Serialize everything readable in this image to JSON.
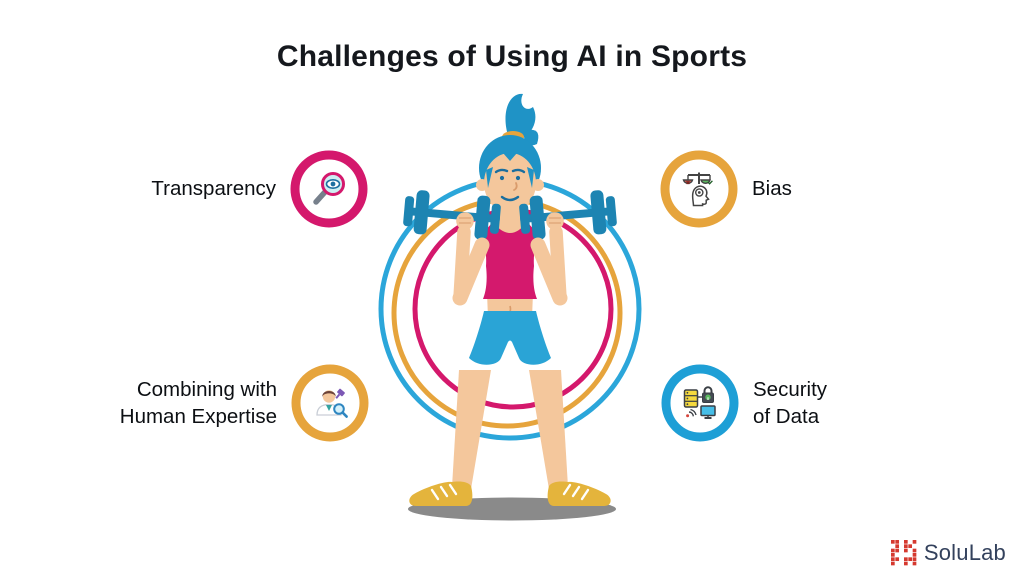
{
  "title": "Challenges of Using AI in Sports",
  "items": [
    {
      "label": "Transparency",
      "icon": "magnifier-eye-icon",
      "ring_color": "#D4186C",
      "position": "top-left"
    },
    {
      "label": "Bias",
      "icon": "bias-scales-icon",
      "ring_color": "#E6A43C",
      "position": "top-right"
    },
    {
      "label": "Combining with Human Expertise",
      "icon": "human-expertise-icon",
      "ring_color": "#E6A43C",
      "position": "bottom-left"
    },
    {
      "label": "Security of Data",
      "icon": "data-security-icon",
      "ring_color": "#1E9FD6",
      "position": "bottom-right"
    }
  ],
  "illustration": {
    "description": "Woman with blue ponytail lifting two blue dumbbells, wearing magenta tank top, blue shorts and yellow sneakers, in front of three concentric rings (blue, gold, magenta) with a gray ground shadow",
    "colors": {
      "ring_blue": "#2BA6DA",
      "ring_gold": "#E6A43C",
      "ring_magenta": "#D4186C",
      "hair_blue": "#1F93C6",
      "shorts_blue": "#2AA4D6",
      "dumbbell_blue": "#1D84B2",
      "top_magenta": "#D4196D",
      "skin": "#F4C79C",
      "shoes_gold": "#E4B43C",
      "shadow_gray": "#8A8A8A"
    }
  },
  "footer": {
    "logo_text": "SoluLab",
    "logo_icon_color": "#D5392F",
    "logo_text_color": "#33415C"
  }
}
